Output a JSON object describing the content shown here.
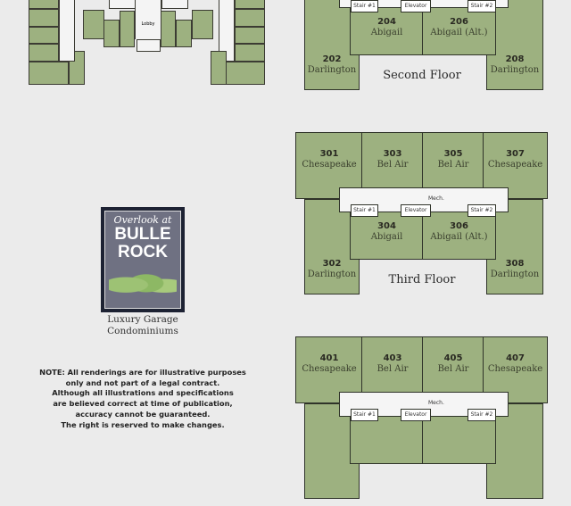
{
  "garage_plan": {
    "lobby_label": "Lobby"
  },
  "logo": {
    "line1": "Overlook at",
    "line2": "BULLE",
    "line3": "ROCK"
  },
  "tagline": [
    "Luxury Garage",
    "Condominiums"
  ],
  "note": [
    "NOTE:  All renderings are for illustrative purposes",
    "only and not part of a legal contract.",
    "Although all illustrations and specifications",
    "are believed correct at time of publication,",
    "accuracy cannot be guaranteed.",
    "The right is reserved to make changes."
  ],
  "labels": {
    "stair1": "Stair #1",
    "stair2": "Stair #2",
    "elevator": "Elevator",
    "mech": "Mech."
  },
  "floors": [
    {
      "title": "Second Floor",
      "units": [
        {
          "number": null,
          "name": null
        },
        {
          "number": null,
          "name": null
        },
        {
          "number": null,
          "name": null
        },
        {
          "number": null,
          "name": null
        },
        {
          "number": "202",
          "name": "Darlington"
        },
        {
          "number": "204",
          "name": "Abigail"
        },
        {
          "number": "206",
          "name": "Abigail (Alt.)"
        },
        {
          "number": "208",
          "name": "Darlington"
        }
      ]
    },
    {
      "title": "Third Floor",
      "units": [
        {
          "number": "301",
          "name": "Chesapeake"
        },
        {
          "number": "303",
          "name": "Bel Air"
        },
        {
          "number": "305",
          "name": "Bel Air"
        },
        {
          "number": "307",
          "name": "Chesapeake"
        },
        {
          "number": "302",
          "name": "Darlington"
        },
        {
          "number": "304",
          "name": "Abigail"
        },
        {
          "number": "306",
          "name": "Abigail (Alt.)"
        },
        {
          "number": "308",
          "name": "Darlington"
        }
      ]
    },
    {
      "title": null,
      "units": [
        {
          "number": "401",
          "name": "Chesapeake"
        },
        {
          "number": "403",
          "name": "Bel Air"
        },
        {
          "number": "405",
          "name": "Bel Air"
        },
        {
          "number": "407",
          "name": "Chesapeake"
        },
        {
          "number": null,
          "name": null
        },
        {
          "number": null,
          "name": null
        },
        {
          "number": null,
          "name": null
        },
        {
          "number": null,
          "name": null
        }
      ]
    }
  ]
}
